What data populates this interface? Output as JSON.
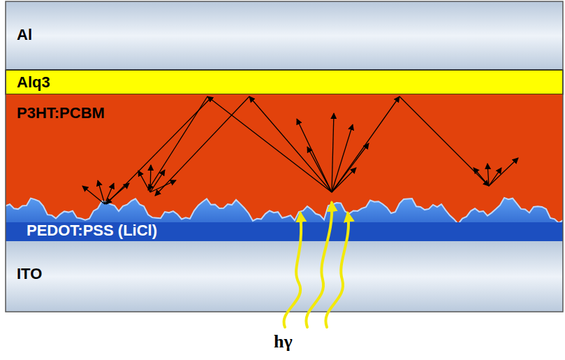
{
  "diagram": {
    "nodes": [
      {
        "text": [
          "Al"
        ]
      },
      {
        "text": [
          "Alq3"
        ]
      },
      {
        "text": [
          "P3HT:PCBM"
        ]
      },
      {
        "text": [
          "PEDOT:PSS (LiCl)"
        ]
      },
      {
        "text": [
          "ITO"
        ]
      }
    ],
    "labels": [
      "hγ"
    ]
  }
}
